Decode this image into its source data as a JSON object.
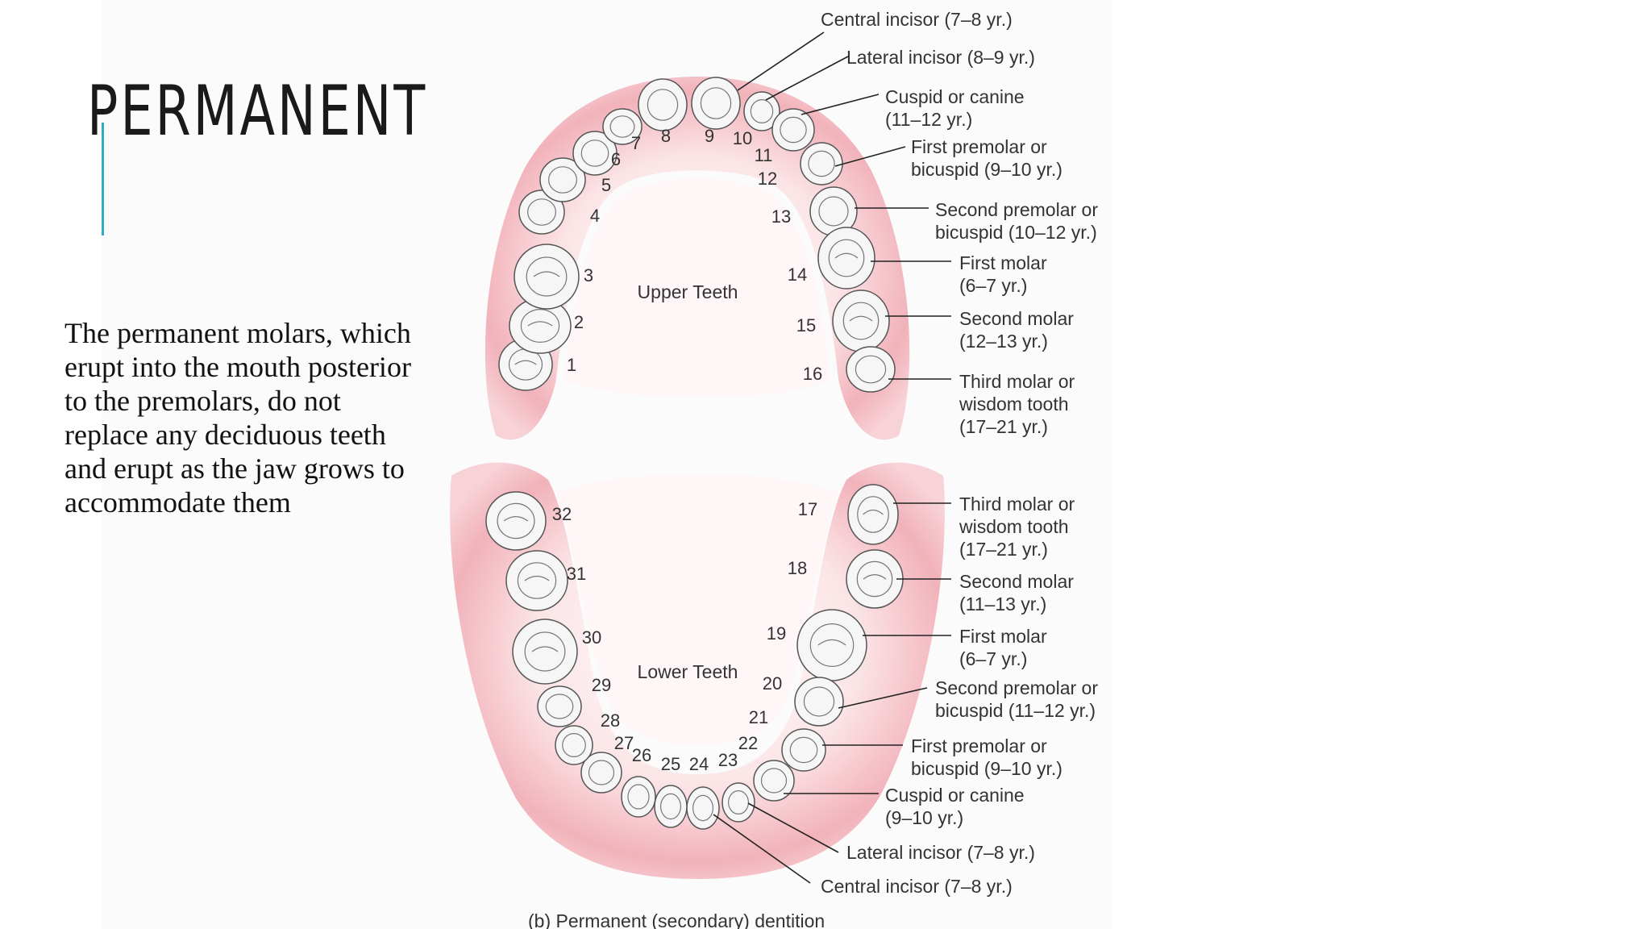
{
  "slide": {
    "title": "PERMANENT",
    "body": "The permanent molars, which erupt into the mouth posterior to the premolars, do not replace any deciduous teeth and erupt as the jaw grows to accommodate them",
    "accent_color": "#35a9c9"
  },
  "diagram": {
    "upper_region": "Upper Teeth",
    "lower_region": "Lower Teeth",
    "caption": "(b) Permanent (secondary) dentition",
    "tooth_numbers": [
      "1",
      "2",
      "3",
      "4",
      "5",
      "6",
      "7",
      "8",
      "9",
      "10",
      "11",
      "12",
      "13",
      "14",
      "15",
      "16",
      "17",
      "18",
      "19",
      "20",
      "21",
      "22",
      "23",
      "24",
      "25",
      "26",
      "27",
      "28",
      "29",
      "30",
      "31",
      "32"
    ],
    "upper_labels": [
      {
        "lines": [
          "Central incisor (7–8 yr.)"
        ]
      },
      {
        "lines": [
          "Lateral incisor (8–9 yr.)"
        ]
      },
      {
        "lines": [
          "Cuspid or canine",
          "(11–12 yr.)"
        ]
      },
      {
        "lines": [
          "First premolar or",
          "bicuspid (9–10 yr.)"
        ]
      },
      {
        "lines": [
          "Second premolar or",
          "bicuspid (10–12 yr.)"
        ]
      },
      {
        "lines": [
          "First molar",
          "(6–7 yr.)"
        ]
      },
      {
        "lines": [
          "Second molar",
          "(12–13 yr.)"
        ]
      },
      {
        "lines": [
          "Third molar or",
          "wisdom tooth",
          "(17–21 yr.)"
        ]
      }
    ],
    "lower_labels": [
      {
        "lines": [
          "Third molar or",
          "wisdom tooth",
          "(17–21 yr.)"
        ]
      },
      {
        "lines": [
          "Second molar",
          "(11–13 yr.)"
        ]
      },
      {
        "lines": [
          "First molar",
          "(6–7 yr.)"
        ]
      },
      {
        "lines": [
          "Second premolar or",
          "bicuspid (11–12 yr.)"
        ]
      },
      {
        "lines": [
          "First premolar or",
          "bicuspid (9–10 yr.)"
        ]
      },
      {
        "lines": [
          "Cuspid or canine",
          "(9–10 yr.)"
        ]
      },
      {
        "lines": [
          "Lateral incisor (7–8 yr.)"
        ]
      },
      {
        "lines": [
          "Central incisor (7–8 yr.)"
        ]
      }
    ]
  }
}
